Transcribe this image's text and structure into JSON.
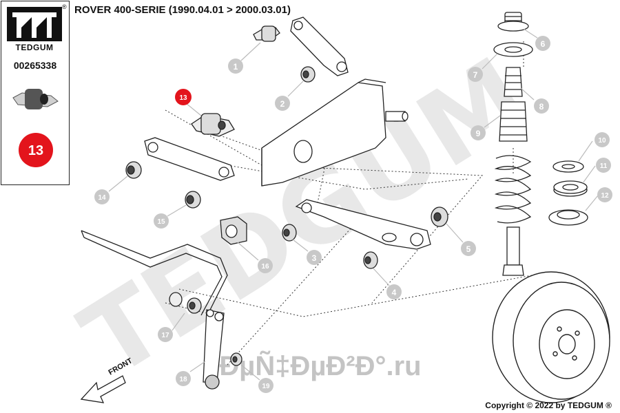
{
  "header": {
    "title": "ROVER 400-SERIE (1990.04.01 > 2000.03.01)"
  },
  "panel": {
    "brand": "TEDGUM",
    "registered_mark": "®",
    "part_number": "00265338",
    "selected_badge": "13"
  },
  "watermark": {
    "logo_text": "TEDGUM",
    "site_text": "ÐµÑ‡ÐµÐ²Ð°.ru"
  },
  "callouts": [
    "1",
    "2",
    "3",
    "4",
    "5",
    "6",
    "7",
    "8",
    "9",
    "10",
    "11",
    "12",
    "13",
    "14",
    "15",
    "16",
    "17",
    "18",
    "19"
  ],
  "direction_label": "FRONT",
  "footer": {
    "copyright": "Copyright © 2022 by TEDGUM ®"
  },
  "colors": {
    "highlight": "#e3141c",
    "callout_gray": "#c8c8c8",
    "line": "#222222"
  }
}
